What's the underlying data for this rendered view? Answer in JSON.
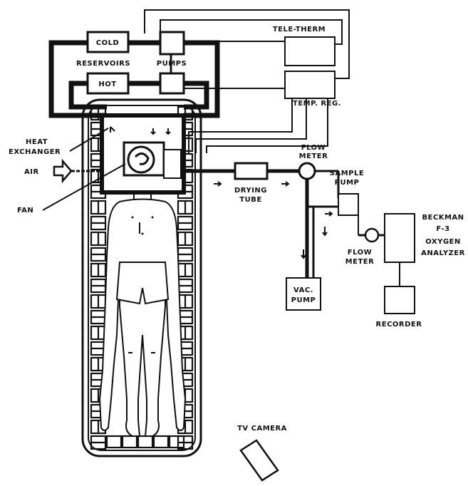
{
  "labels": {
    "cold": "COLD",
    "reservoirs": "RESERVOIRS",
    "pumps": "PUMPS",
    "hot": "HOT",
    "tele_therm": "TELE-THERM",
    "temp_reg": "TEMP. REG.",
    "heat": "HEAT",
    "exchanger": "EXCHANGER",
    "air": "AIR",
    "fan": "FAN",
    "flow": "FLOW",
    "meter": "METER",
    "drying": "DRYING",
    "tube": "TUBE",
    "sample": "SAMPLE",
    "pump": "PUMP",
    "beckman": "BECKMAN",
    "f3": "F-3",
    "oxygen": "OXYGEN",
    "analyzer": "ANALYZER",
    "flow2": "FLOW",
    "meter2": "METER",
    "vac": "VAC.",
    "vac_pump": "PUMP",
    "recorder": "RECORDER",
    "tv_camera": "TV CAMERA"
  }
}
